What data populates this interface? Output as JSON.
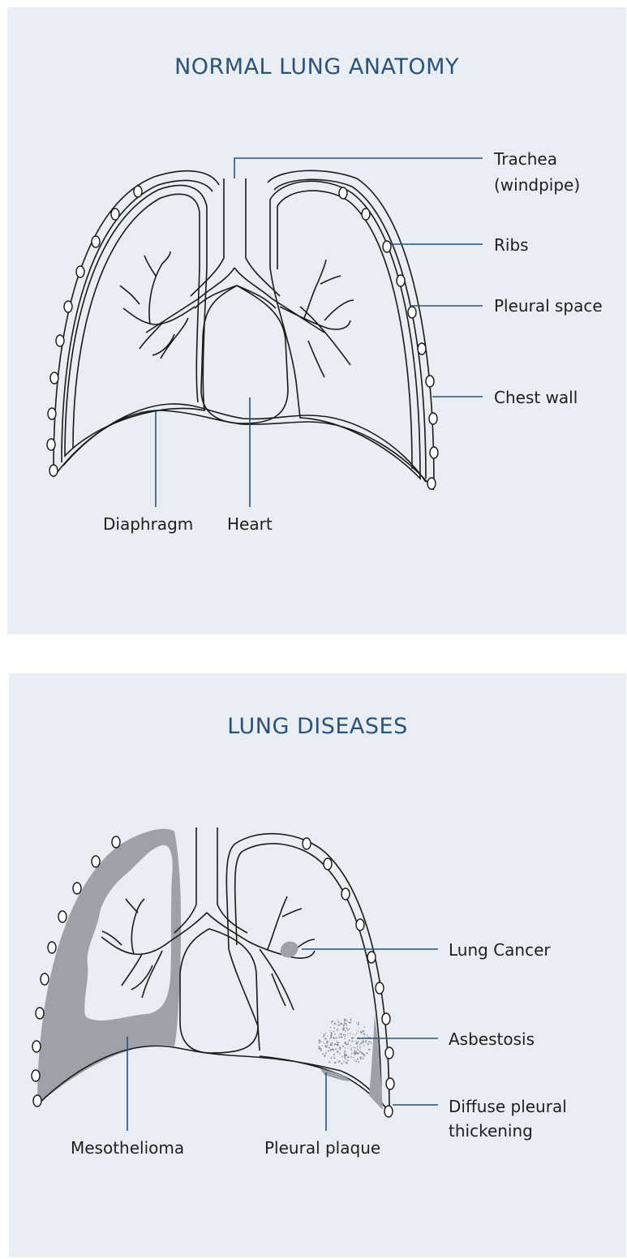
{
  "normal_anatomy": {
    "title": "NORMAL LUNG ANATOMY",
    "labels": {
      "trachea_line1": "Trachea",
      "trachea_line2": "(windpipe)",
      "ribs": "Ribs",
      "pleural_space": "Pleural space",
      "chest_wall": "Chest wall",
      "diaphragm": "Diaphragm",
      "heart": "Heart"
    }
  },
  "lung_diseases": {
    "title": "LUNG DISEASES",
    "labels": {
      "lung_cancer": "Lung Cancer",
      "asbestosis": "Asbestosis",
      "diffuse_line1": "Diffuse pleural",
      "diffuse_line2": "thickening",
      "mesothelioma": "Mesothelioma",
      "pleural_plaque": "Pleural plaque"
    }
  },
  "colors": {
    "background": "#e9eef4",
    "title": "#2c5278",
    "leader_lines": "#2c5278",
    "disease_fill": "#9ea2a8"
  }
}
